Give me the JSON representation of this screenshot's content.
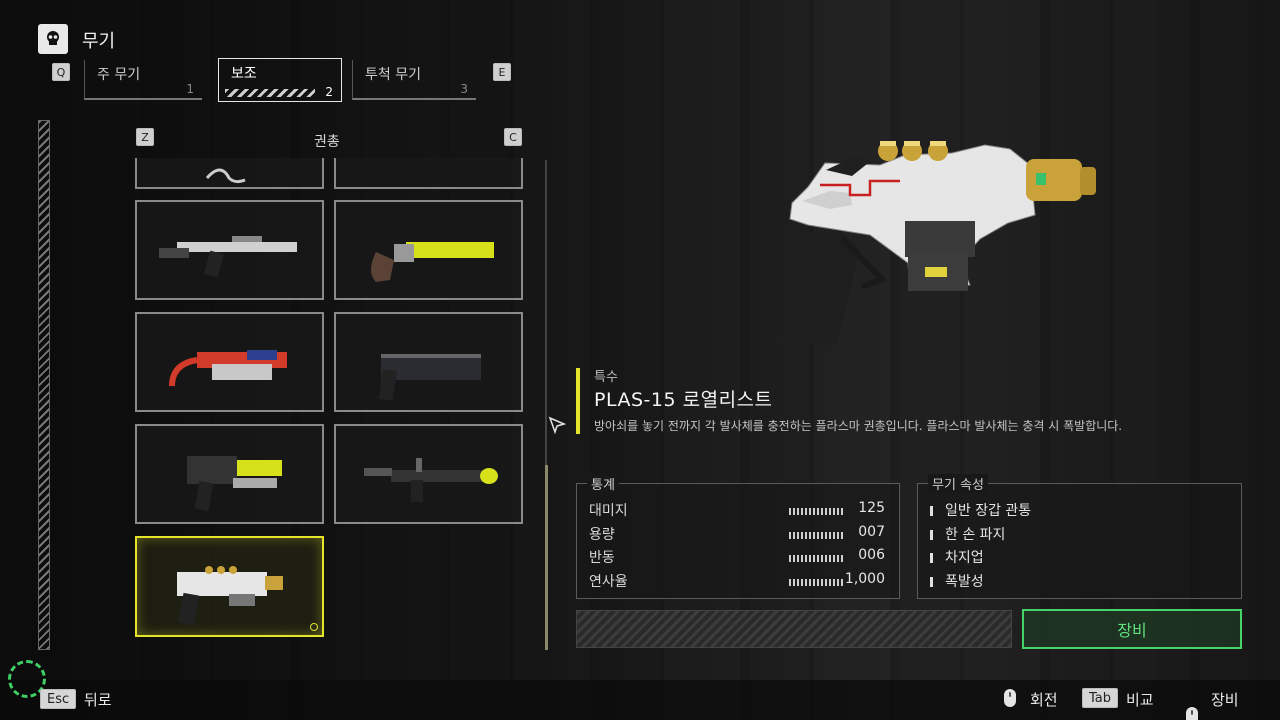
{
  "header": {
    "title": "무기",
    "icon": "skull-icon"
  },
  "tabs": {
    "prev_key": "Q",
    "next_key": "E",
    "items": [
      {
        "label": "주 무기",
        "num": "1",
        "active": false
      },
      {
        "label": "보조",
        "num": "2",
        "active": true
      },
      {
        "label": "투척 무기",
        "num": "3",
        "active": false
      }
    ]
  },
  "category": {
    "label": "권총",
    "prev_key": "Z",
    "next_key": "C"
  },
  "weapon": {
    "type": "특수",
    "name": "PLAS-15 로열리스트",
    "description": "방아쇠를 놓기 전까지 각 발사체를 충전하는 플라스마 권총입니다. 플라스마 발사체는 충격 시 폭발합니다."
  },
  "stats": {
    "title": "통계",
    "rows": [
      {
        "name": "대미지",
        "value": "125"
      },
      {
        "name": "용량",
        "value": "007"
      },
      {
        "name": "반동",
        "value": "006"
      },
      {
        "name": "연사율",
        "value": "1,000"
      }
    ]
  },
  "attributes": {
    "title": "무기 속성",
    "items": [
      "일반 장갑 관통",
      "한 손 파지",
      "차지업",
      "폭발성"
    ]
  },
  "equip_label": "장비",
  "footer": {
    "back_key": "Esc",
    "back_label": "뒤로",
    "rotate_label": "회전",
    "compare_key": "Tab",
    "compare_label": "비교",
    "equip_label": "장비"
  },
  "colors": {
    "accent": "#e4e42a",
    "equip": "#45d36a"
  }
}
